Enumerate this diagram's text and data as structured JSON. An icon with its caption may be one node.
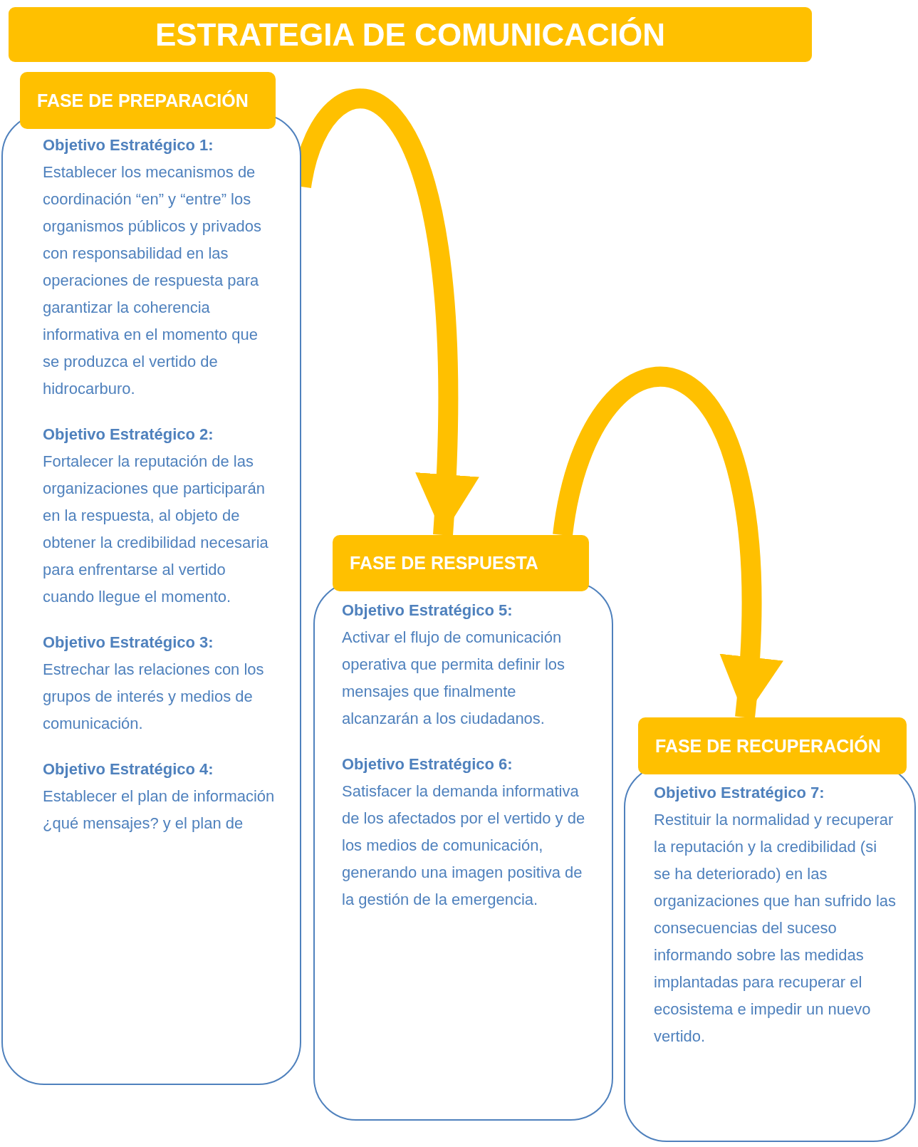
{
  "diagram": {
    "title": "ESTRATEGIA DE COMUNICACIÓN",
    "nodes": [
      {
        "text": [
          "FASE DE PREPARACIÓN",
          "Objetivo Estratégico 1:",
          "Establecer los mecanismos de coordinación “en” y “entre” los organismos públicos y privados con responsabilidad en las operaciones de respuesta para garantizar la coherencia informativa en el momento que se produzca el vertido de hidrocarburo.",
          "Objetivo Estratégico 2:",
          "Fortalecer la reputación de las organizaciones que participarán en la respuesta, al objeto de obtener la credibilidad necesaria para enfrentarse al vertido cuando llegue el momento.",
          "Objetivo Estratégico 3:",
          "Estrechar las relaciones con los grupos de interés y medios de comunicación.",
          "Objetivo Estratégico 4:",
          "Establecer el plan de información ¿qué mensajes? y el plan de"
        ]
      },
      {
        "text": [
          "FASE DE RESPUESTA",
          "Objetivo Estratégico 5:",
          "Activar el flujo de comunicación operativa que permita definir los mensajes que finalmente alcanzarán a los ciudadanos.",
          "Objetivo Estratégico 6:",
          "Satisfacer la demanda informativa de los afectados por el vertido y de los medios de comunicación, generando una imagen positiva de la gestión de la emergencia."
        ]
      },
      {
        "text": [
          "FASE DE RECUPERACIÓN",
          "Objetivo Estratégico 7:",
          "Restituir la normalidad y recuperar la reputación y la credibilidad (si se ha deteriorado) en las organizaciones que han sufrido las consecuencias del suceso informando sobre las medidas implantadas para recuperar el ecosistema e impedir un nuevo vertido."
        ]
      }
    ],
    "edges": [
      {
        "from": 0,
        "to": 1,
        "arrow": "to"
      },
      {
        "from": 1,
        "to": 2,
        "arrow": "to"
      }
    ]
  }
}
